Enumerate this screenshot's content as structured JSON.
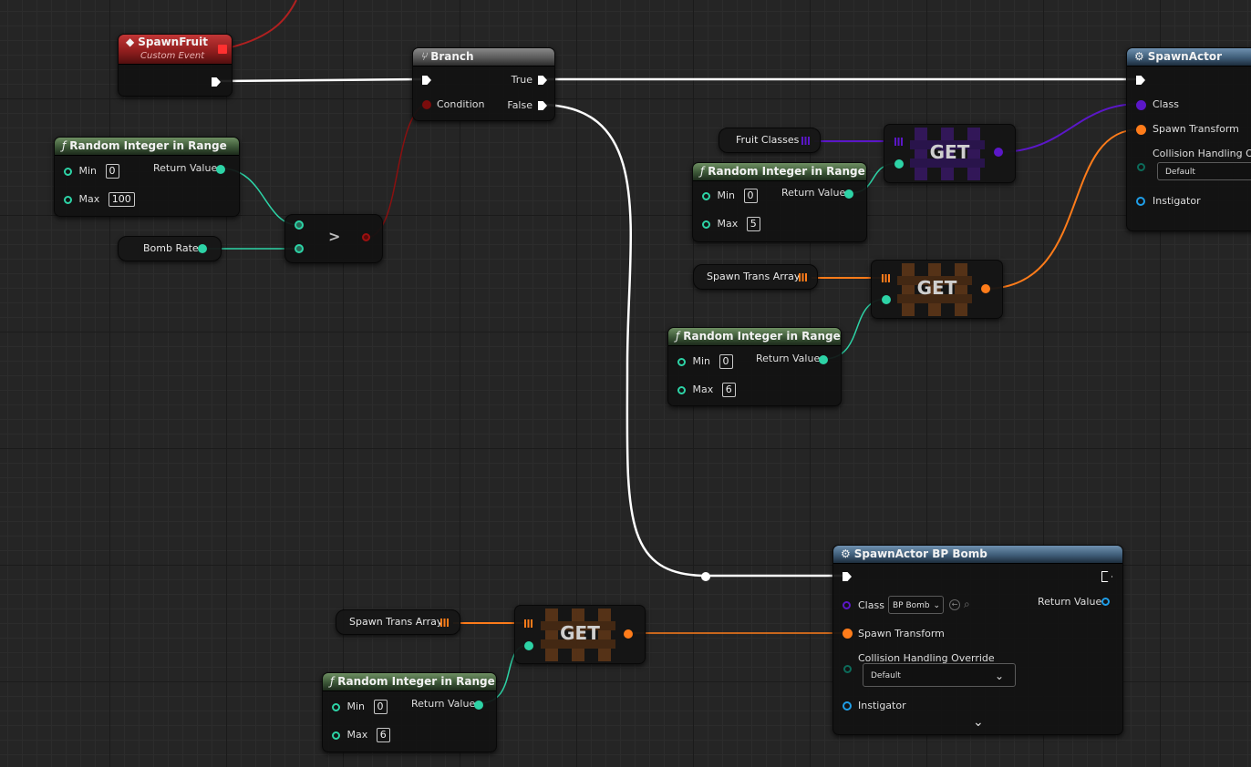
{
  "colors": {
    "exec": "#ffffff",
    "int": "#2dd3a6",
    "bool": "#9c1010",
    "class": "#5b17c8",
    "struct": "#ff7c1a",
    "object": "#1f9ee8"
  },
  "spawn_fruit": {
    "title": "SpawnFruit",
    "subtitle": "Custom Event"
  },
  "branch": {
    "title": "Branch",
    "true_label": "True",
    "false_label": "False",
    "condition_label": "Condition"
  },
  "spawn_actor": {
    "title": "SpawnActor",
    "class_label": "Class",
    "spawn_transform_label": "Spawn Transform",
    "collision_label": "Collision Handling Ove",
    "collision_value": "Default",
    "instigator_label": "Instigator"
  },
  "random_nodes": [
    {
      "title": "Random Integer in Range",
      "min_label": "Min",
      "min": "0",
      "max_label": "Max",
      "max": "100",
      "return_label": "Return Value"
    },
    {
      "title": "Random Integer in Range",
      "min_label": "Min",
      "min": "0",
      "max_label": "Max",
      "max": "5",
      "return_label": "Return Value"
    },
    {
      "title": "Random Integer in Range",
      "min_label": "Min",
      "min": "0",
      "max_label": "Max",
      "max": "6",
      "return_label": "Return Value"
    },
    {
      "title": "Random Integer in Range",
      "min_label": "Min",
      "min": "0",
      "max_label": "Max",
      "max": "6",
      "return_label": "Return Value"
    }
  ],
  "bomb_rate": {
    "label": "Bomb Rate"
  },
  "compare": {
    "symbol": ">"
  },
  "fruit_classes": {
    "label": "Fruit Classes"
  },
  "spawn_trans_1": {
    "label": "Spawn Trans Array"
  },
  "spawn_trans_2": {
    "label": "Spawn Trans Array"
  },
  "get_label": "GET",
  "spawn_bomb": {
    "title": "SpawnActor BP Bomb",
    "class_label": "Class",
    "class_value": "BP Bomb",
    "return_label": "Return Value",
    "spawn_transform_label": "Spawn Transform",
    "collision_label": "Collision Handling Override",
    "collision_value": "Default",
    "instigator_label": "Instigator"
  }
}
